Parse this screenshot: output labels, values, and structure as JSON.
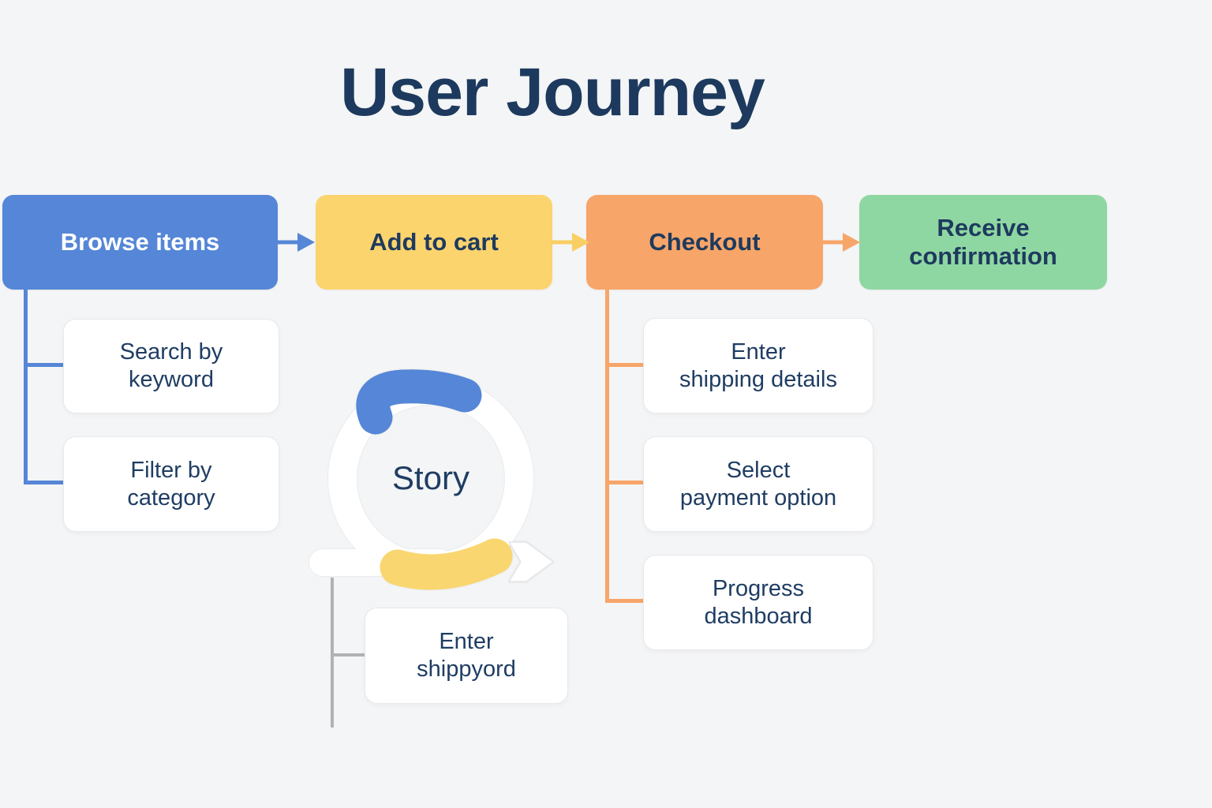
{
  "title": "User Journey",
  "steps": [
    {
      "label": "Browse items",
      "color": "#5586d7",
      "text_color": "#ffffff"
    },
    {
      "label": "Add to cart",
      "color": "#fbd46e",
      "text_color": "#1e3a5e"
    },
    {
      "label": "Checkout",
      "color": "#f7a568",
      "text_color": "#1e3a5e"
    },
    {
      "label": "Receive\nconfirmation",
      "color": "#8fd7a2",
      "text_color": "#1e3a5e"
    }
  ],
  "browse_substeps": [
    {
      "label": "Search by\nkeyword"
    },
    {
      "label": "Filter by\ncategory"
    }
  ],
  "checkout_substeps": [
    {
      "label": "Enter\nshipping details"
    },
    {
      "label": "Select\npayment option"
    },
    {
      "label": "Progress\ndashboard"
    }
  ],
  "story": {
    "label": "Story",
    "substeps": [
      {
        "label": "Enter\nshippyord"
      }
    ]
  },
  "icons": [
    "arrow-right-blue-icon",
    "arrow-right-yellow-icon",
    "arrow-right-orange-icon",
    "story-loop-icon"
  ],
  "colors": {
    "background": "#f4f5f6",
    "navy_text": "#1e3a5e",
    "browse_blue": "#5586d7",
    "cart_yellow": "#fbd46e",
    "arrow_yellow": "#f9ce63",
    "checkout_orange": "#f7a568",
    "confirm_green": "#8fd7a2",
    "subbox_white": "#ffffff",
    "gray_connector": "#b2b2b2",
    "story_blue_blob": "#5586d7",
    "story_yellow_blob": "#f9d66f"
  }
}
